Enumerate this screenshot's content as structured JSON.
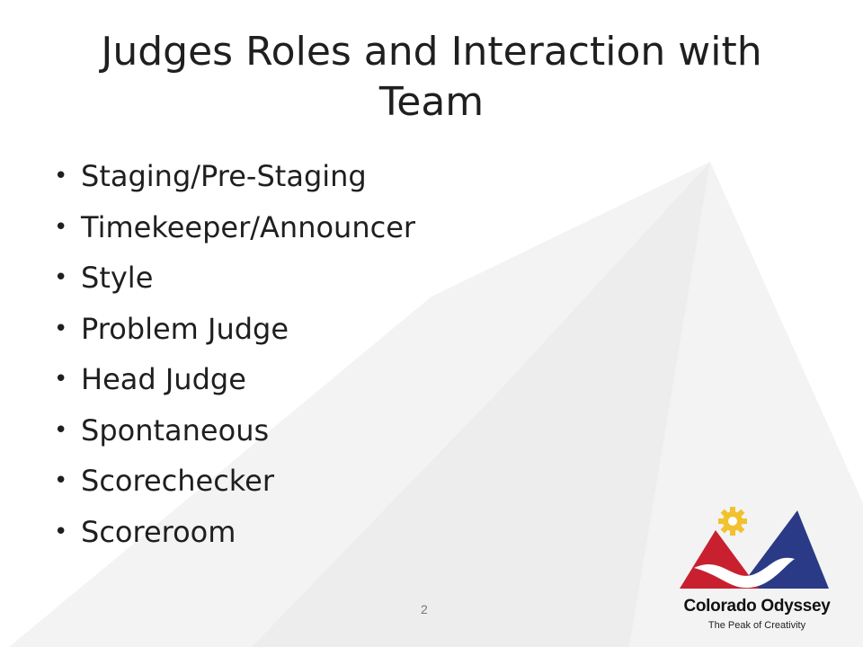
{
  "slide": {
    "title": "Judges Roles and Interaction with Team",
    "bullets": [
      "Staging/Pre-Staging",
      "Timekeeper/Announcer",
      "Style",
      "Problem Judge",
      "Head Judge",
      "Spontaneous",
      "Scorechecker",
      "Scoreroom"
    ],
    "page_number": "2"
  },
  "logo": {
    "name": "Colorado Odyssey",
    "tagline": "The Peak of Creativity",
    "colors": {
      "red": "#c8202f",
      "navy": "#2b3a86",
      "gold": "#f2c12e"
    }
  },
  "background": {
    "mountain_color": "#f3f3f3"
  }
}
